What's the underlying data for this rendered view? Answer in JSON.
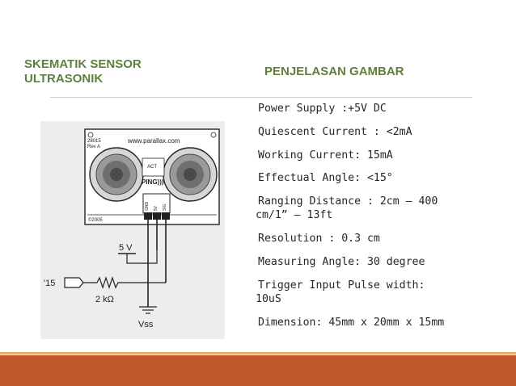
{
  "slide": {
    "left_heading": [
      "SKEMATIK SENSOR",
      "ULTRASONIK"
    ],
    "right_heading": "PENJELASAN GAMBAR",
    "specs": [
      [
        "Power Supply :+5V DC"
      ],
      [
        "Quiescent Current : <2mA"
      ],
      [
        "Working Current: 15mA"
      ],
      [
        "Effectual Angle: <15°"
      ],
      [
        "Ranging Distance : 2cm – 400",
        "cm/1” – 13ft"
      ],
      [
        "Resolution : 0.3 cm"
      ],
      [
        "Measuring Angle: 30 degree"
      ],
      [
        "Trigger Input Pulse width:",
        "10uS"
      ],
      [
        "Dimension: 45mm x 20mm x 15mm"
      ]
    ]
  },
  "schematic": {
    "board_code": [
      "28015",
      "Rev A"
    ],
    "website": "www.parallax.com",
    "module_name": "PING)))",
    "module_sub": "ACT",
    "copyright": "©2005",
    "pin_labels": [
      "GND",
      "5V",
      "SIG"
    ],
    "label_supply": "5 V",
    "label_pin": "'15",
    "label_resistor": "2 kΩ",
    "label_ground": "Vss"
  },
  "colors": {
    "heading": "#5f7f3b",
    "text": "#262626",
    "footer": "#c0572a",
    "footer_accent": "#f0a86a",
    "figure_bg": "#ededed"
  }
}
